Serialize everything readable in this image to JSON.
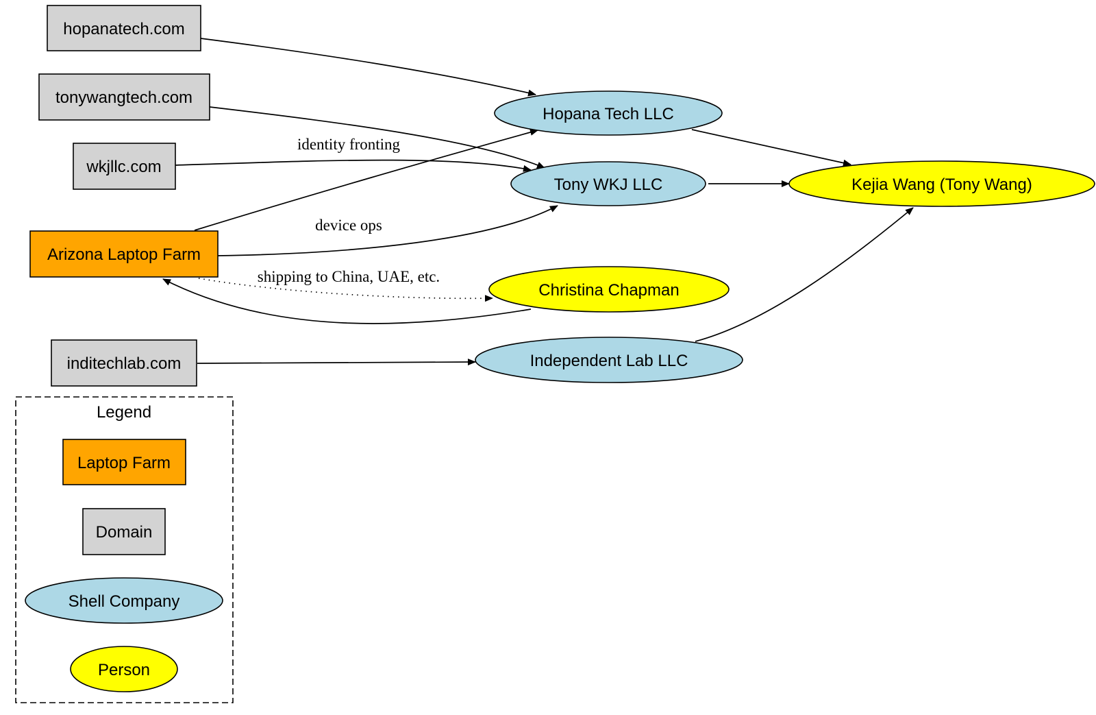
{
  "colors": {
    "laptop_farm": "#ffa500",
    "domain": "#d3d3d3",
    "shell_company": "#add8e6",
    "person": "#ffff00"
  },
  "nodes": {
    "hopanatech": "hopanatech.com",
    "tonywangtech": "tonywangtech.com",
    "wkjllc": "wkjllc.com",
    "arizona": "Arizona Laptop Farm",
    "inditechlab": "inditechlab.com",
    "hopana": "Hopana Tech LLC",
    "tonywkj": "Tony WKJ LLC",
    "chapman": "Christina Chapman",
    "indlab": "Independent Lab LLC",
    "kejia": "Kejia Wang (Tony Wang)"
  },
  "edge_labels": {
    "identity": "identity fronting",
    "device": "device ops",
    "shipping": "shipping to China, UAE, etc."
  },
  "edges": [
    {
      "from": "hopanatech",
      "to": "hopana",
      "style": "solid"
    },
    {
      "from": "tonywangtech",
      "to": "tonywkj",
      "style": "solid"
    },
    {
      "from": "wkjllc",
      "to": "tonywkj",
      "style": "solid",
      "label": "identity fronting"
    },
    {
      "from": "arizona",
      "to": "hopana",
      "style": "solid"
    },
    {
      "from": "arizona",
      "to": "tonywkj",
      "style": "solid",
      "label": "device ops"
    },
    {
      "from": "arizona",
      "to": "chapman",
      "style": "dotted",
      "label": "shipping to China, UAE, etc."
    },
    {
      "from": "chapman",
      "to": "arizona",
      "style": "solid"
    },
    {
      "from": "inditechlab",
      "to": "indlab",
      "style": "solid"
    },
    {
      "from": "hopana",
      "to": "kejia",
      "style": "solid"
    },
    {
      "from": "tonywkj",
      "to": "kejia",
      "style": "solid"
    },
    {
      "from": "indlab",
      "to": "kejia",
      "style": "solid"
    }
  ],
  "legend": {
    "title": "Legend",
    "items": {
      "laptop_farm": "Laptop Farm",
      "domain": "Domain",
      "shell_company": "Shell Company",
      "person": "Person"
    }
  }
}
